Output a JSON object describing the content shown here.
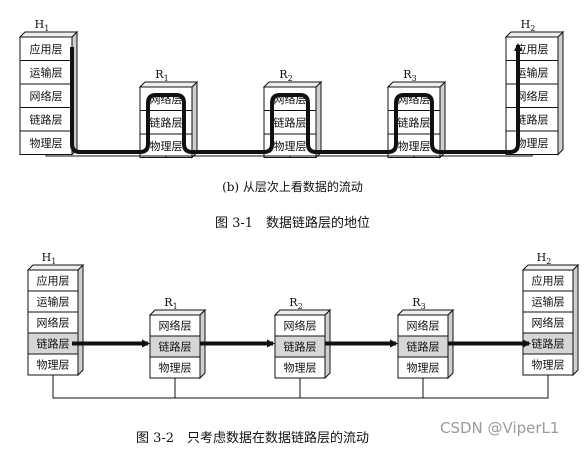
{
  "fig1": {
    "subcaption": "(b) 从层次上看数据的流动",
    "caption": "图 3-1　数据链路层的地位",
    "hosts": [
      {
        "label": "H",
        "sub": "1",
        "layers": [
          "应用层",
          "运输层",
          "网络层",
          "链路层",
          "物理层"
        ]
      },
      {
        "label": "H",
        "sub": "2",
        "layers": [
          "应用层",
          "运输层",
          "网络层",
          "链路层",
          "物理层"
        ]
      }
    ],
    "routers": [
      {
        "label": "R",
        "sub": "1",
        "layers": [
          "网络层",
          "链路层",
          "物理层"
        ]
      },
      {
        "label": "R",
        "sub": "2",
        "layers": [
          "网络层",
          "链路层",
          "物理层"
        ]
      },
      {
        "label": "R",
        "sub": "3",
        "layers": [
          "网络层",
          "链路层",
          "物理层"
        ]
      }
    ]
  },
  "fig2": {
    "caption": "图 3-2　只考虑数据在数据链路层的流动",
    "hosts": [
      {
        "label": "H",
        "sub": "1",
        "layers": [
          "应用层",
          "运输层",
          "网络层",
          "链路层",
          "物理层"
        ]
      },
      {
        "label": "H",
        "sub": "2",
        "layers": [
          "应用层",
          "运输层",
          "网络层",
          "链路层",
          "物理层"
        ]
      }
    ],
    "routers": [
      {
        "label": "R",
        "sub": "1",
        "layers": [
          "网络层",
          "链路层",
          "物理层"
        ]
      },
      {
        "label": "R",
        "sub": "2",
        "layers": [
          "网络层",
          "链路层",
          "物理层"
        ]
      },
      {
        "label": "R",
        "sub": "3",
        "layers": [
          "网络层",
          "链路层",
          "物理层"
        ]
      }
    ]
  },
  "watermark": "CSDN @ViperL1",
  "colors": {
    "line": "#111111",
    "layer_fill": "#ffffff",
    "highlight_fill": "#d6d6d6",
    "depth_fill": "#cfcfcf"
  }
}
